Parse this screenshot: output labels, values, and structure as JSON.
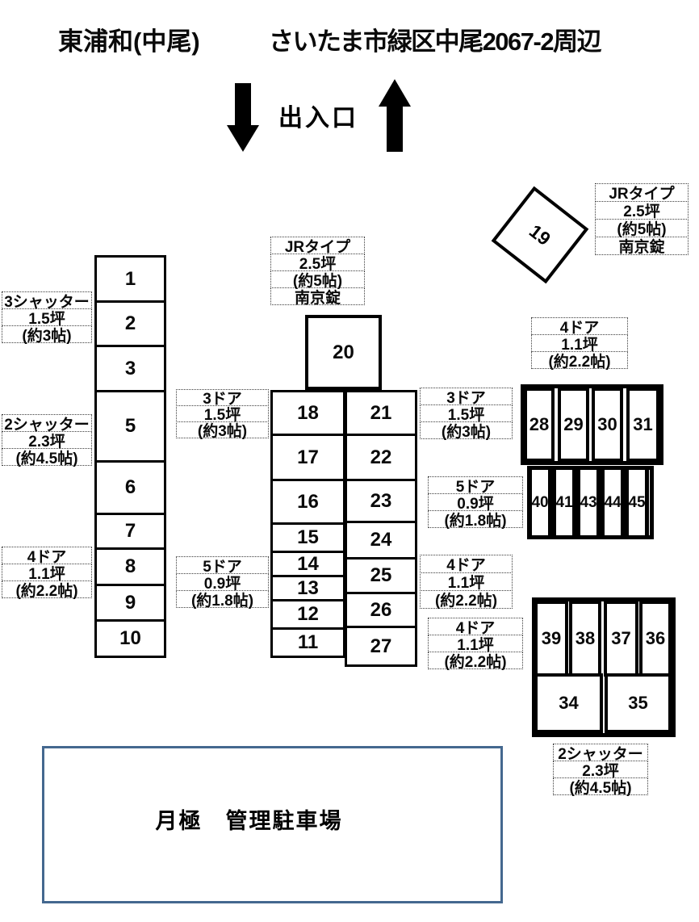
{
  "title": {
    "left": "東浦和(中尾)",
    "right": "さいたま市緑区中尾2067-2周辺"
  },
  "entrance": {
    "label": "出入口"
  },
  "units": {
    "left_column": [
      "1",
      "2",
      "3",
      "5",
      "6",
      "7",
      "8",
      "9",
      "10"
    ],
    "center_left_column": [
      "18",
      "17",
      "16",
      "15",
      "14",
      "13",
      "12",
      "11"
    ],
    "center_right_column": [
      "21",
      "22",
      "23",
      "24",
      "25",
      "26",
      "27"
    ],
    "unit_20": "20",
    "unit_19": "19",
    "row_28_31": [
      "28",
      "29",
      "30",
      "31"
    ],
    "row_40_45": [
      "40",
      "41",
      "43",
      "44",
      "45"
    ],
    "row_39_36": [
      "39",
      "38",
      "37",
      "36"
    ],
    "row_34_35": [
      "34",
      "35"
    ]
  },
  "labels": {
    "shutter3_left": {
      "lines": [
        "3シャッター",
        "1.5坪",
        "(約3帖)"
      ]
    },
    "shutter2_left": {
      "lines": [
        "2シャッター",
        "2.3坪",
        "(約4.5帖)"
      ]
    },
    "door4_left": {
      "lines": [
        "4ドア",
        "1.1坪",
        "(約2.2帖)"
      ]
    },
    "jr_mid": {
      "lines": [
        "JRタイプ",
        "2.5坪",
        "(約5帖)",
        "南京錠"
      ]
    },
    "jr_right": {
      "lines": [
        "JRタイプ",
        "2.5坪",
        "(約5帖)",
        "南京錠"
      ]
    },
    "door3_midleft": {
      "lines": [
        "3ドア",
        "1.5坪",
        "(約3帖)"
      ]
    },
    "door5_midleft": {
      "lines": [
        "5ドア",
        "0.9坪",
        "(約1.8帖)"
      ]
    },
    "door4_topright": {
      "lines": [
        "4ドア",
        "1.1坪",
        "(約2.2帖)"
      ]
    },
    "door3_right": {
      "lines": [
        "3ドア",
        "1.5坪",
        "(約3帖)"
      ]
    },
    "door5_right": {
      "lines": [
        "5ドア",
        "0.9坪",
        "(約1.8帖)"
      ]
    },
    "door4_right_a": {
      "lines": [
        "4ドア",
        "1.1坪",
        "(約2.2帖)"
      ]
    },
    "door4_right_b": {
      "lines": [
        "4ドア",
        "1.1坪",
        "(約2.2帖)"
      ]
    },
    "shutter2_bottom": {
      "lines": [
        "2シャッター",
        "2.3坪",
        "(約4.5帖)"
      ]
    }
  },
  "parking": {
    "label": "月極　管理駐車場"
  },
  "colors": {
    "unit_border": "#000000",
    "parking_border": "#44688f"
  }
}
